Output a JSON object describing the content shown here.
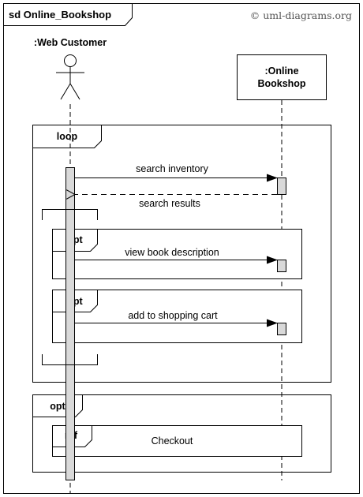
{
  "frame": {
    "title": "sd Online_Bookshop"
  },
  "copyright": "© uml-diagrams.org",
  "lifelines": {
    "customer": {
      "name": ":Web Customer"
    },
    "bookshop": {
      "line1": ":Online",
      "line2": "Bookshop"
    }
  },
  "fragments": {
    "loop": {
      "operator": "loop"
    },
    "opt_view": {
      "operator": "opt"
    },
    "opt_cart": {
      "operator": "opt"
    },
    "opt_checkout": {
      "operator": "opt"
    },
    "ref_checkout": {
      "operator": "ref",
      "label": "Checkout"
    }
  },
  "messages": {
    "search_inventory": "search inventory",
    "search_results": "search results",
    "view_description": "view book description",
    "add_to_cart": "add to shopping cart"
  }
}
